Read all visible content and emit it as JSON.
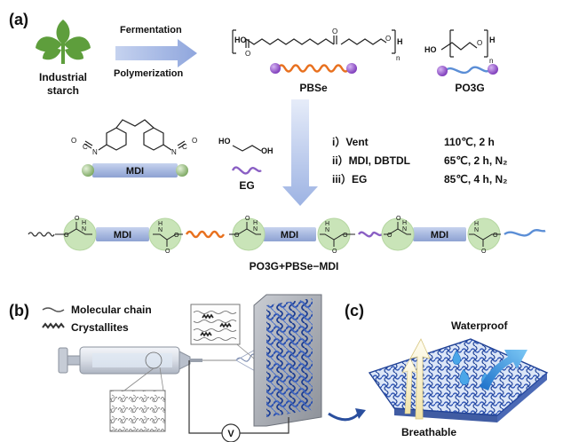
{
  "panel_a": {
    "label": "(a)",
    "starch_label_1": "Industrial",
    "starch_label_2": "starch",
    "arrow_top": "Fermentation",
    "arrow_bottom": "Polymerization",
    "pbse_name": "PBSe",
    "po3g_name": "PO3G",
    "pbse_formula": {
      "left_group": "HO",
      "o_atom": "O",
      "h_atom": "H",
      "n": "n"
    },
    "po3g_formula": {
      "left_group": "HO",
      "o_atom": "O",
      "h_atom": "H",
      "n": "n"
    },
    "mdi_label": "MDI",
    "mdi_atoms": [
      "O",
      "C",
      "N",
      "N",
      "C",
      "O"
    ],
    "eg_label": "EG",
    "eg_atoms": [
      "HO",
      "OH"
    ],
    "conditions": [
      {
        "step": "i）Vent",
        "detail": "110℃, 2 h"
      },
      {
        "step": "ii）MDI, DBTDL",
        "detail": "65℃, 2 h, N₂"
      },
      {
        "step": "iii）EG",
        "detail": "85℃, 4 h, N₂"
      }
    ],
    "chain_blocks": [
      "MDI",
      "MDI",
      "MDI"
    ],
    "urethane_atoms": [
      "O",
      "N",
      "H",
      "O"
    ],
    "product_name": "PO3G+PBSe−MDI"
  },
  "panel_b": {
    "label": "(b)",
    "legend_chain": "Molecular chain",
    "legend_crystal": "Crystallites",
    "voltage_symbol": "V"
  },
  "panel_c": {
    "label": "(c)",
    "waterproof": "Waterproof",
    "breathable": "Breathable"
  },
  "colors": {
    "leaf_green": "#5e9e3c",
    "block_blue": "#9fb2db",
    "circle_green": "#c9e4b8",
    "pbse_orange": "#e8701e",
    "po3g_blue": "#5b8ed6",
    "eg_purple": "#8a5fc4",
    "end_purple": "#8e4fc8",
    "fiber_blue": "#2b4fa8",
    "arrow_blue": "#a9bde6"
  }
}
